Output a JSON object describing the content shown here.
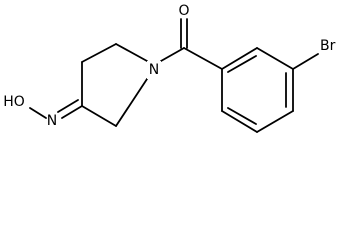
{
  "structure": {
    "atoms": {
      "oxygen_carbonyl": "O",
      "nitrogen_ring": "N",
      "bromine": "Br",
      "oxime": "HO",
      "oxime_nitrogen": "N"
    }
  },
  "colors": {
    "bond": "#000000",
    "background": "#ffffff",
    "text": "#000000"
  }
}
